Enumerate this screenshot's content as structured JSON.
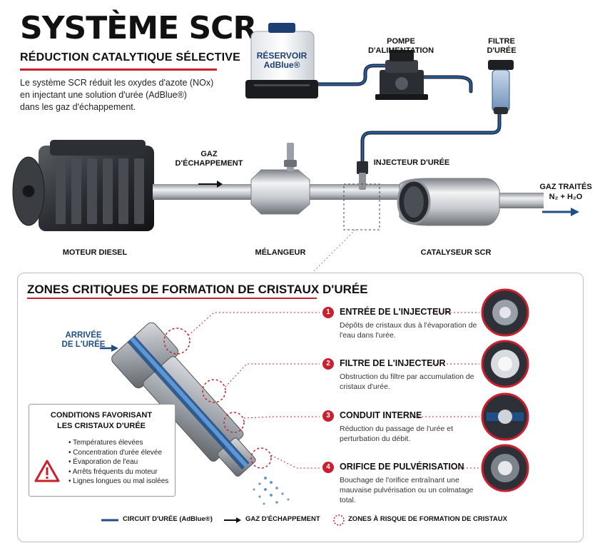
{
  "header": {
    "title": "SYSTÈME SCR",
    "subtitle": "RÉDUCTION CATALYTIQUE SÉLECTIVE",
    "intro": "Le système SCR réduit les oxydes d'azote (NOx)\nen injectant une solution d'urée (AdBlue®)\ndans les gaz d'échappement."
  },
  "system": {
    "tank_label": "RÉSERVOIR\nAdBlue®",
    "pump_label": "POMPE\nD'ALIMENTATION",
    "filter_label": "FILTRE\nD'URÉE",
    "exhaust_label": "GAZ\nD'ÉCHAPPEMENT",
    "injector_label": "INJECTEUR D'URÉE",
    "treated_gas_label": "GAZ TRAITÉS",
    "treated_gas_formula": "N₂ + H₂O",
    "engine_label": "MOTEUR DIESEL",
    "mixer_label": "MÉLANGEUR",
    "catalyst_label": "CATALYSEUR SCR"
  },
  "zones_panel": {
    "title": "ZONES CRITIQUES DE FORMATION DE CRISTAUX D'URÉE",
    "urea_inlet_label": "ARRIVÉE\nDE L'URÉE",
    "zones": [
      {
        "num": "1",
        "title": "ENTRÉE DE L'INJECTEUR",
        "desc": "Dépôts de cristaux dus à l'évaporation de l'eau dans l'urée."
      },
      {
        "num": "2",
        "title": "FILTRE DE L'INJECTEUR",
        "desc": "Obstruction du filtre par accumulation de cristaux d'urée."
      },
      {
        "num": "3",
        "title": "CONDUIT INTERNE",
        "desc": "Réduction du passage de l'urée et perturbation du débit."
      },
      {
        "num": "4",
        "title": "ORIFICE DE PULVÉRISATION",
        "desc": "Bouchage de l'orifice entraînant une mauvaise pulvérisation ou un colmatage total."
      }
    ],
    "conditions": {
      "title": "CONDITIONS FAVORISANT\nLES CRISTAUX D'URÉE",
      "items": [
        "Températures élevées",
        "Concentration d'urée élevée",
        "Évaporation de l'eau",
        "Arrêts fréquents du moteur",
        "Lignes longues ou mal isolées"
      ]
    }
  },
  "legend": {
    "urea_circuit": "CIRCUIT D'URÉE (AdBlue®)",
    "exhaust_gas": "GAZ D'ÉCHAPPEMENT",
    "risk_zones": "ZONES À RISQUE DE FORMATION DE CRISTAUX"
  },
  "colors": {
    "accent_red": "#c8202e",
    "urea_blue": "#1f4f86",
    "dark_line": "#1a2a44"
  }
}
